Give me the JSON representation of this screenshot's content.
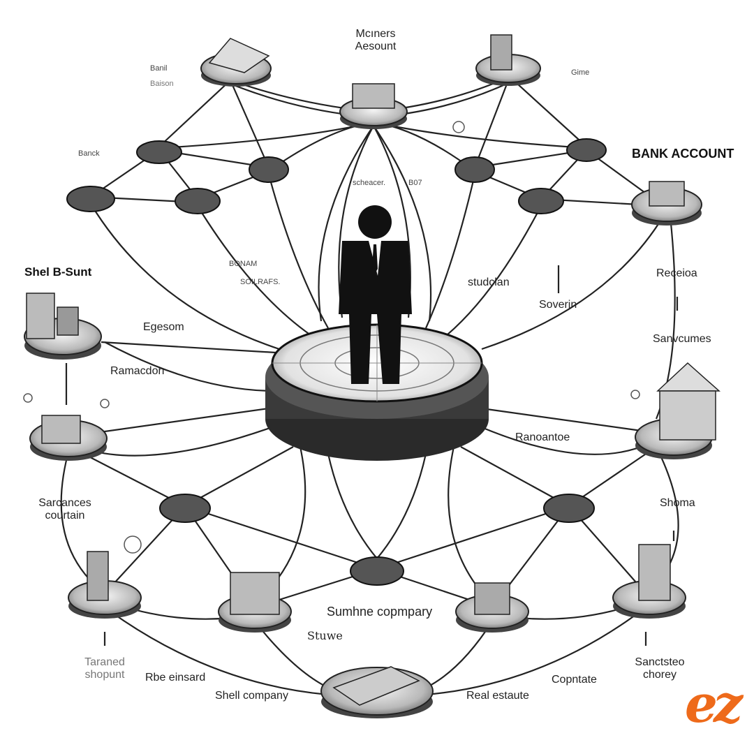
{
  "labels": {
    "top_center": "Mcıners\nAesount",
    "top_left_a": "Banil",
    "top_left_b": "Baison",
    "top_right": "Gime",
    "banck": "Banck",
    "bank_account": "BANK ACCOUNT",
    "shell_bsunt": "Shel B-Sunt",
    "egesom": "Egesom",
    "ramacdon": "Ramacdon",
    "receioa": "Receioa",
    "sanvcumes": "Sanvcumes",
    "scheacer": "scheacer.",
    "b07": "B07",
    "bonam": "BONAM",
    "soilrafs": "SOILRAFS.",
    "studclan": "studclan",
    "soverin": "Soverin",
    "ranoantoe": "Ranoantoe",
    "sarcances": "Sarcances\ncourtain",
    "shoma": "Shoma",
    "sumhne": "Sumhne copmpary",
    "stuwe": "Stuwe",
    "taraned": "Taraned\nshopunt",
    "rbe_einsard": "Rbe einsard",
    "shell_company": "Shell company",
    "real_estate": "Real estaute",
    "copntate": "Copntate",
    "sanctsteo": "Sanctsteo\nchorey"
  },
  "logo": "ez",
  "icons": {
    "center_person": "person-in-suit-icon",
    "hub": "central-hub-disc-icon",
    "pound": "currency-symbol-icon"
  }
}
